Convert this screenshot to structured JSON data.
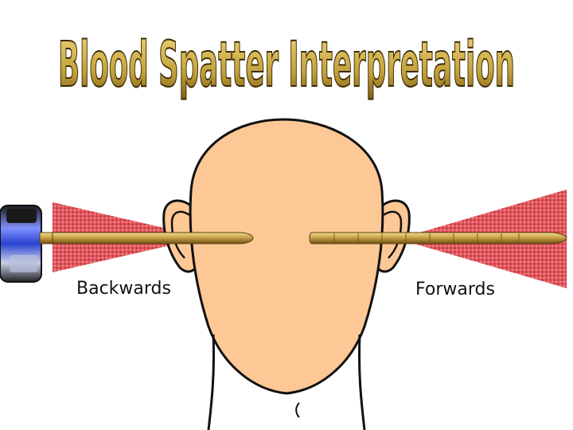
{
  "title": "Blood Spatter Interpretation",
  "labels": {
    "backwards": "Backwards",
    "forwards": "Forwards"
  },
  "colors": {
    "skin": "#fdc896",
    "outline": "#111111",
    "spatter": "#e0505a",
    "spatter_dots": "#b81e1e",
    "bullet_gold": "#c9a24a",
    "title_gold": "#c4a23c",
    "gun_blue": "#3a56d8",
    "background": "#ffffff"
  },
  "icons": {
    "gun": "gun-icon",
    "head": "head-icon",
    "bullet": "bullet-icon"
  }
}
